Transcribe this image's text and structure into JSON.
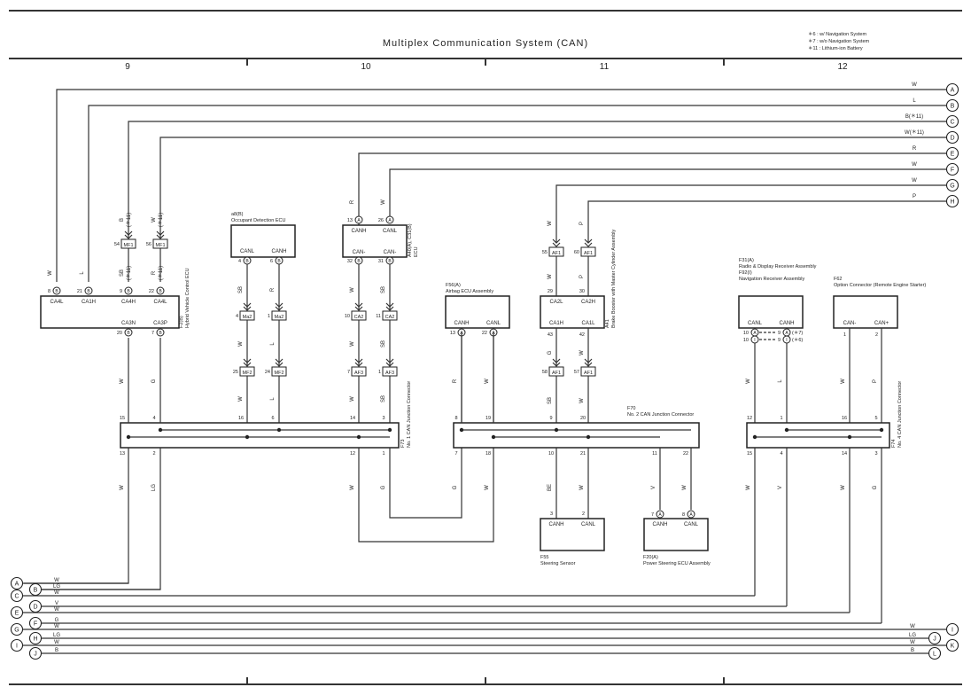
{
  "header": {
    "title": "Multiplex Communication System (CAN)",
    "notes": [
      "＊6 : w/ Navigation System",
      "＊7 : w/o Navigation System",
      "＊11 : Lithium-ion Battery"
    ],
    "columns": [
      "9",
      "10",
      "11",
      "12"
    ]
  },
  "components": [
    {
      "key": "hv_ecu",
      "code": "F2(B)",
      "name": "Hybrid Vehicle Control ECU",
      "pins": [
        "CA4L",
        "CA1H",
        "CA4H",
        "CA4L",
        "CA3N",
        "CA3P"
      ],
      "pin_nums": [
        "8",
        "21",
        "9",
        "22",
        "20",
        "7"
      ],
      "conn": [
        "B",
        "B",
        "B",
        "B",
        "B",
        "B"
      ]
    },
    {
      "key": "occupant",
      "code": "a8(B)",
      "name": "Occupant Detection ECU",
      "pins": [
        "CANL",
        "CANH"
      ],
      "pin_nums": [
        "4",
        "6"
      ],
      "conn": [
        "B",
        "B"
      ]
    },
    {
      "key": "abs_ecu",
      "code": "A40(A), C31(B)",
      "name": "ECU",
      "pins": [
        "CANH",
        "CANL",
        "CAN-",
        "CAN-"
      ],
      "pin_nums": [
        "13",
        "26",
        "32",
        "31"
      ],
      "conn": [
        "A",
        "A",
        "B",
        "B"
      ]
    },
    {
      "key": "airbag",
      "code": "F56(A)",
      "name": "Airbag ECU Assembly",
      "pins": [
        "CANH",
        "CANL"
      ],
      "pin_nums": [
        "13",
        "22"
      ],
      "conn": [
        "A",
        "A"
      ]
    },
    {
      "key": "brake",
      "code": "A41",
      "name": "Brake Booster with Master Cylinder Assembly",
      "pins": [
        "CA2L",
        "CA2H",
        "CA1H",
        "CA1L"
      ],
      "pin_nums": [
        "29",
        "30",
        "43",
        "42"
      ],
      "conn": []
    },
    {
      "key": "steering",
      "code": "F55",
      "name": "Steering Sensor",
      "pins": [
        "CANH",
        "CANL"
      ],
      "pin_nums": [
        "3",
        "2"
      ],
      "conn": []
    },
    {
      "key": "eps",
      "code": "F20(A)",
      "name": "Power Steering ECU Assembly",
      "pins": [
        "CANH",
        "CANL"
      ],
      "pin_nums": [
        "7",
        "8"
      ],
      "conn": [
        "A",
        "A"
      ]
    },
    {
      "key": "radio",
      "code": "F31(A)",
      "name": "Radio & Display Receiver Assembly",
      "code2": "F92(I)",
      "name2": "Navigation Receiver Assembly",
      "pins": [
        "CANL",
        "CANH"
      ],
      "pin_nums": [
        "10",
        "10",
        "9",
        "9"
      ],
      "conn": [
        "A",
        "I",
        "A",
        "I"
      ],
      "marks": [
        "(＊7)",
        "(＊6)"
      ]
    },
    {
      "key": "option",
      "code": "F62",
      "name": "Option Connector (Remote Engine Starter)",
      "pins": [
        "CAN-",
        "CAN+"
      ],
      "pin_nums": [
        "1",
        "2"
      ],
      "conn": []
    }
  ],
  "junctions": [
    {
      "code": "F73",
      "name": "No. 1 CAN Junction Connector",
      "top": [
        "15",
        "4",
        "16",
        "6",
        "14",
        "3"
      ],
      "bottom": [
        "13",
        "2",
        "12",
        "1"
      ]
    },
    {
      "code": "F70",
      "name": "No. 2 CAN Junction Connector",
      "top": [
        "8",
        "19",
        "9",
        "20"
      ],
      "bottom": [
        "7",
        "18",
        "10",
        "21",
        "11",
        "22"
      ]
    },
    {
      "code": "F74",
      "name": "No. 4 CAN Junction Connector",
      "top": [
        "12",
        "1",
        "16",
        "5"
      ],
      "bottom": [
        "15",
        "4",
        "14",
        "3"
      ]
    }
  ],
  "connectors": [
    {
      "label": "MF1",
      "pins": [
        "54",
        "56"
      ]
    },
    {
      "label": "Ma2",
      "pins": [
        "4",
        "1"
      ]
    },
    {
      "label": "MF2",
      "pins": [
        "25",
        "24"
      ]
    },
    {
      "label": "CA2",
      "pins": [
        "10",
        "11"
      ]
    },
    {
      "label": "AF3",
      "pins": [
        "7",
        "1"
      ]
    },
    {
      "label": "AF1",
      "pins": [
        "55",
        "60",
        "58",
        "57"
      ]
    }
  ],
  "wire_colors": [
    "W",
    "L",
    "B",
    "W",
    "R",
    "SB",
    "G",
    "LG",
    "BE",
    "V",
    "P",
    "B(＊11)",
    "W(＊11)",
    "(＊11)"
  ],
  "edge_right": [
    {
      "id": "A",
      "color": "W"
    },
    {
      "id": "B",
      "color": "L"
    },
    {
      "id": "C",
      "color": "B(＊11)"
    },
    {
      "id": "D",
      "color": "W(＊11)"
    },
    {
      "id": "E",
      "color": "R"
    },
    {
      "id": "F",
      "color": "W"
    },
    {
      "id": "G",
      "color": "W"
    },
    {
      "id": "H",
      "color": "P"
    }
  ],
  "edge_left": [
    {
      "id": "A",
      "color": "W"
    },
    {
      "id": "B",
      "color": "LG"
    },
    {
      "id": "C",
      "color": "W"
    },
    {
      "id": "D",
      "color": "V"
    },
    {
      "id": "E",
      "color": "W"
    },
    {
      "id": "F",
      "color": "G"
    },
    {
      "id": "G",
      "color": "W"
    },
    {
      "id": "H",
      "color": "LG"
    },
    {
      "id": "I",
      "color": "W"
    },
    {
      "id": "J",
      "color": "B"
    }
  ],
  "edge_bottom_right": [
    {
      "id": "I",
      "color": "W"
    },
    {
      "id": "J",
      "color": "LG"
    },
    {
      "id": "K",
      "color": "W"
    },
    {
      "id": "L",
      "color": "B"
    }
  ]
}
